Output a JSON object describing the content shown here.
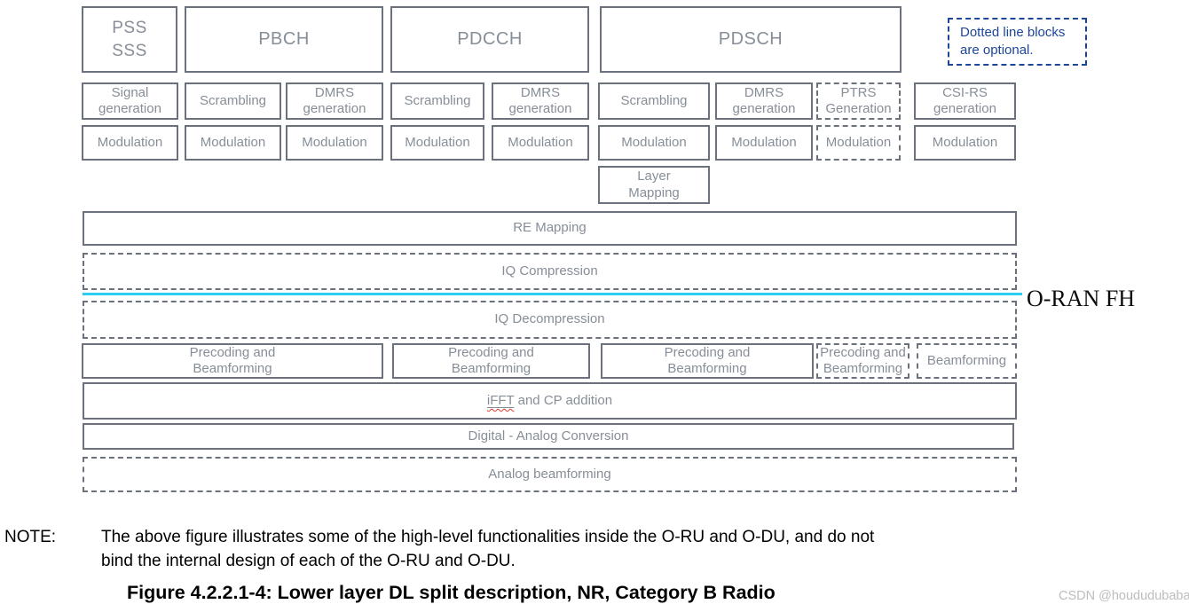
{
  "colors": {
    "box_border": "#6c727d",
    "box_text": "#878e98",
    "optional_blue": "#1c4699",
    "fh_cyan": "#2bcdf2",
    "wavy_red": "#e0392f",
    "watermark_gray": "#bcbcbc"
  },
  "figure": {
    "channels": [
      "PSS\nSSS",
      "PBCH",
      "PDCCH",
      "PDSCH"
    ],
    "optional_note": "Dotted line blocks\nare optional.",
    "gen_row": [
      "Signal\ngeneration",
      "Scrambling",
      "DMRS\ngeneration",
      "Scrambling",
      "DMRS\ngeneration",
      "Scrambling",
      "DMRS\ngeneration",
      "PTRS\nGeneration",
      "CSI-RS\ngeneration"
    ],
    "mod_row": [
      "Modulation",
      "Modulation",
      "Modulation",
      "Modulation",
      "Modulation",
      "Modulation",
      "Modulation",
      "Modulation",
      "Modulation"
    ],
    "layer_mapping": "Layer\nMapping",
    "re_mapping": "RE Mapping",
    "iq_compression": "IQ Compression",
    "oran_fh_label": "O-RAN FH",
    "iq_decompression": "IQ Decompression",
    "precoding_row": [
      "Precoding and\nBeamforming",
      "Precoding and\nBeamforming",
      "Precoding and\nBeamforming",
      "Precoding and\nBeamforming",
      "Beamforming"
    ],
    "ifft_word": "iFFT",
    "ifft_rest": " and CP addition",
    "da_conversion": "Digital - Analog Conversion",
    "analog_beamforming": "Analog beamforming"
  },
  "note": {
    "label": "NOTE:",
    "line1": "The above figure illustrates some of the high-level functionalities inside the O-RU and O-DU, and do not",
    "line2": "bind the internal design of each of the O-RU and O-DU."
  },
  "caption": "Figure 4.2.2.1-4: Lower layer DL split description, NR, Category B Radio",
  "watermark": "CSDN @hoududubaba"
}
